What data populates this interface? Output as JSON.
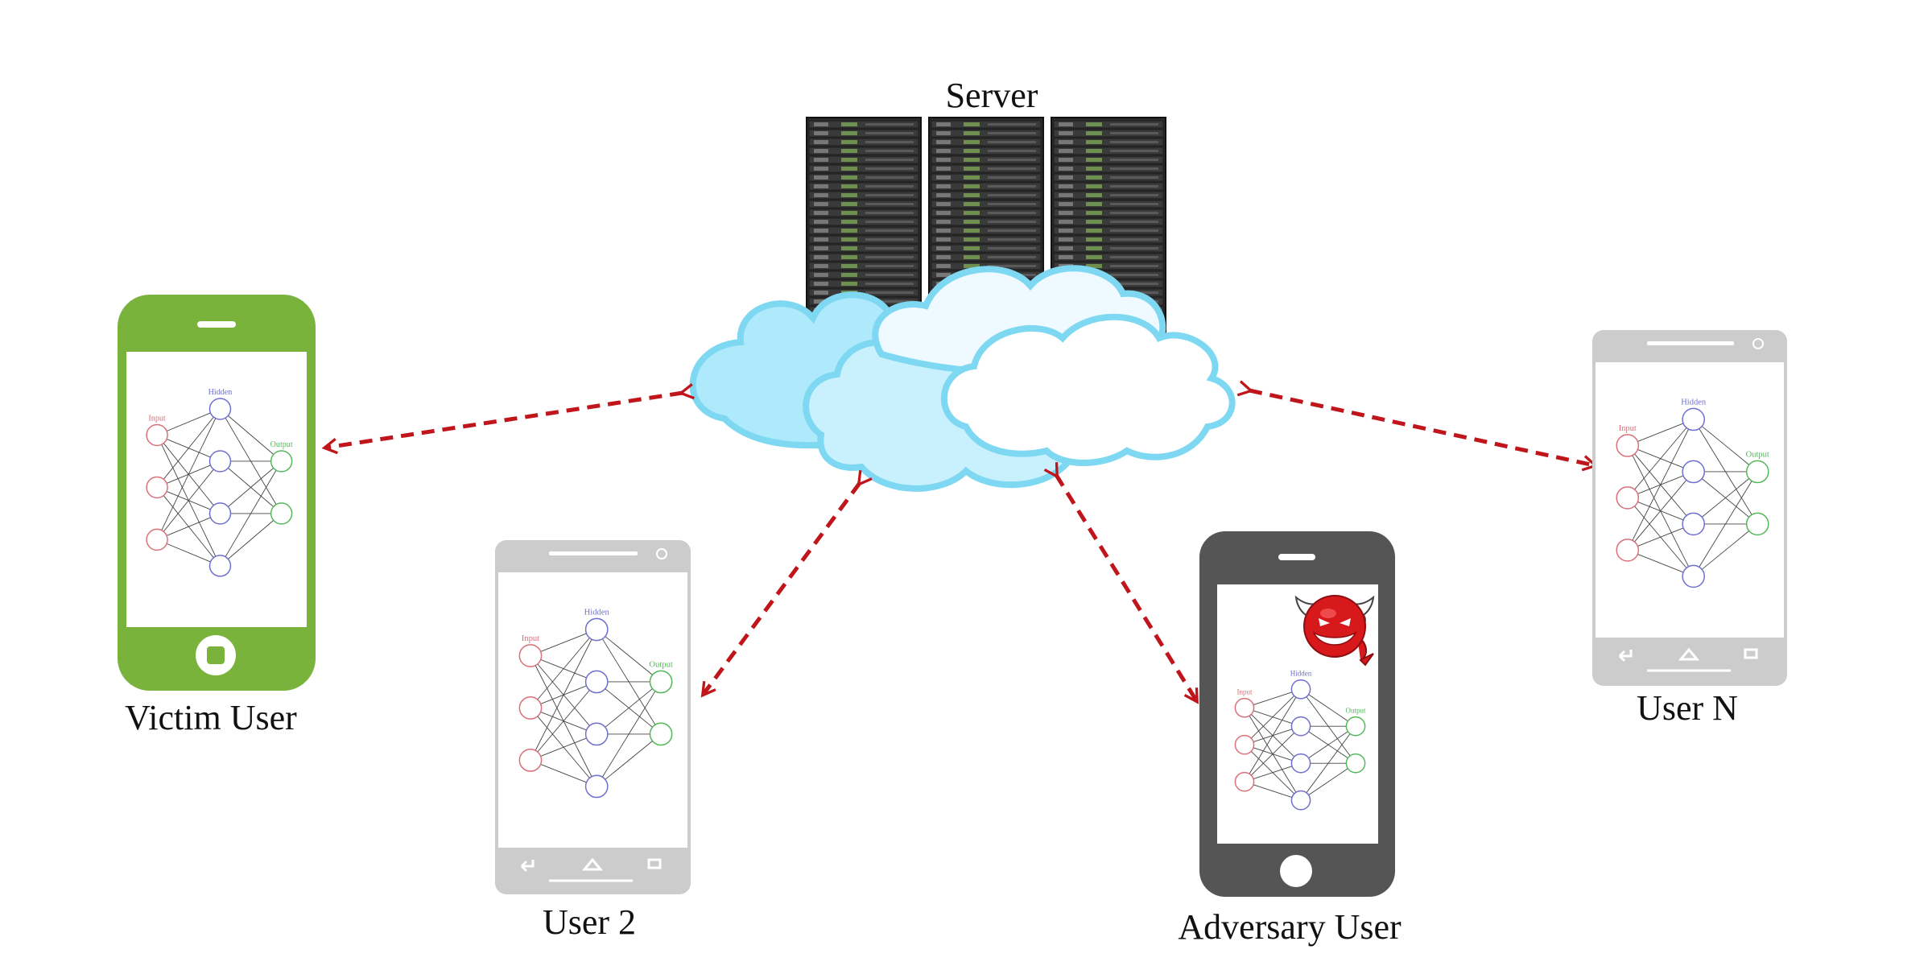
{
  "diagram": {
    "server_label": "Server",
    "devices": {
      "victim": {
        "label": "Victim User"
      },
      "user2": {
        "label": "User 2"
      },
      "adversary": {
        "label": "Adversary User"
      },
      "userN": {
        "label": "User N"
      }
    },
    "network": {
      "input_label": "Input",
      "hidden_label": "Hidden",
      "output_label": "Output",
      "layers": [
        3,
        4,
        2
      ]
    },
    "colors": {
      "victim_phone": "#7ab33c",
      "adversary_phone": "#555555",
      "android_phone": "#cccccc",
      "cloud_fill": "#aeeafb",
      "cloud_stroke": "#7fd8f2",
      "arrow": "#c0161b",
      "input_node": "#d9707a",
      "hidden_node": "#6f6fd0",
      "output_node": "#55b85a",
      "devil": "#d8191c"
    },
    "connections": [
      {
        "from": "server",
        "to": "victim-user"
      },
      {
        "from": "server",
        "to": "user-2"
      },
      {
        "from": "server",
        "to": "adversary-user"
      },
      {
        "from": "server",
        "to": "user-n"
      }
    ]
  }
}
